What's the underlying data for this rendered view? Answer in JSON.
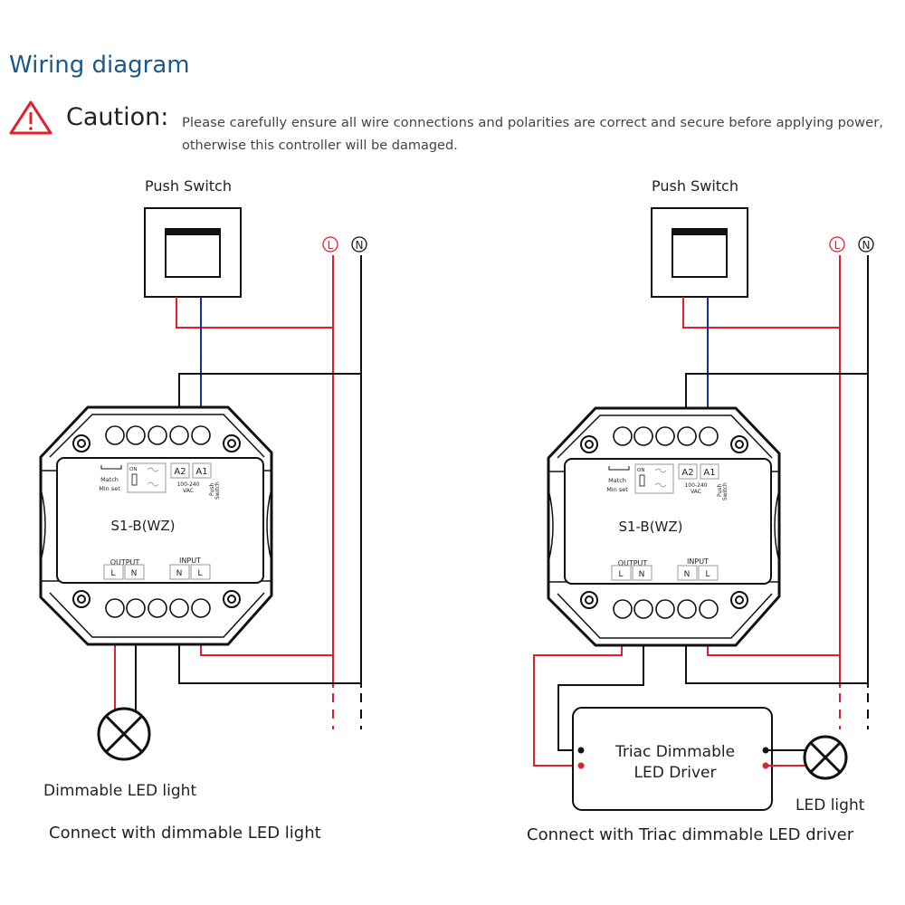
{
  "header": {
    "title": "Wiring diagram",
    "caution_label": "Caution:",
    "caution_line1": "Please carefully ensure all wire connections and polarities are correct and secure before applying power,",
    "caution_line2": "otherwise this controller will be damaged.",
    "warning_icon": "warning-triangle-icon"
  },
  "colors": {
    "title": "#1a5a8a",
    "live": "#e0202a",
    "neutral": "#111111",
    "switch_wire": "#1a2a9a"
  },
  "device": {
    "model": "S1-B(WZ)",
    "match": "Match",
    "min_set": "Min set",
    "on": "ON",
    "a2": "A2",
    "a1": "A1",
    "voltage": "100-240",
    "vac": "VAC",
    "push": "Push",
    "switch": "Switch",
    "output": "OUTPUT",
    "input": "INPUT",
    "l": "L",
    "n": "N"
  },
  "left": {
    "switch_label": "Push Switch",
    "live": "L",
    "neutral": "N",
    "lamp_label": "Dimmable LED light",
    "caption": "Connect with dimmable LED light"
  },
  "right": {
    "switch_label": "Push Switch",
    "live": "L",
    "neutral": "N",
    "driver_line1": "Triac Dimmable",
    "driver_line2": "LED Driver",
    "lamp_label": "LED light",
    "caption": "Connect with Triac dimmable LED driver"
  }
}
